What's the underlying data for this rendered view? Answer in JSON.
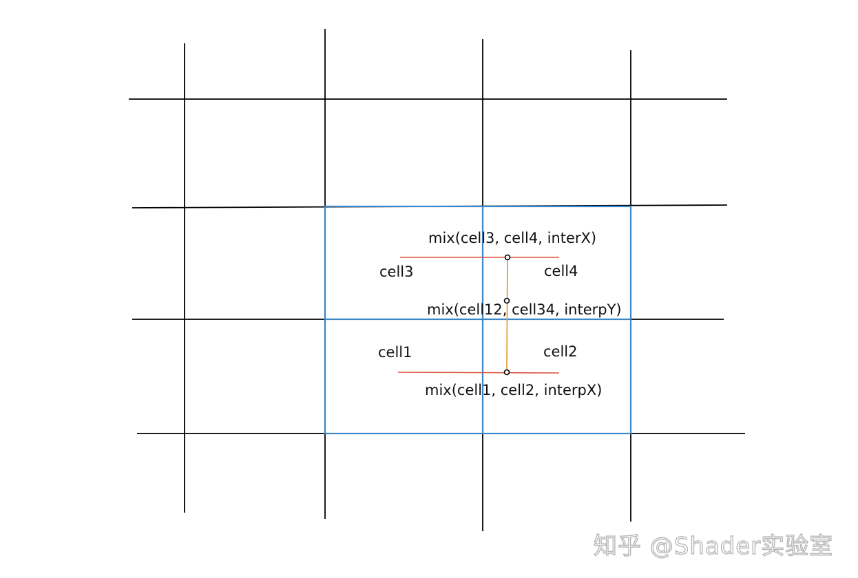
{
  "labels": {
    "mix34": "mix(cell3, cell4, interX)",
    "cell3": "cell3",
    "cell4": "cell4",
    "mix1234": "mix(cell12, cell34, interpY)",
    "cell1": "cell1",
    "cell2": "cell2",
    "mix12": "mix(cell1, cell2, interpX)"
  },
  "watermark": "知乎 @Shader实验室",
  "colors": {
    "grid": "#000000",
    "highlight": "#3b86c8",
    "horizontal_interp": "#d9533c",
    "vertical_interp": "#e3a23b",
    "point": "#000000"
  }
}
